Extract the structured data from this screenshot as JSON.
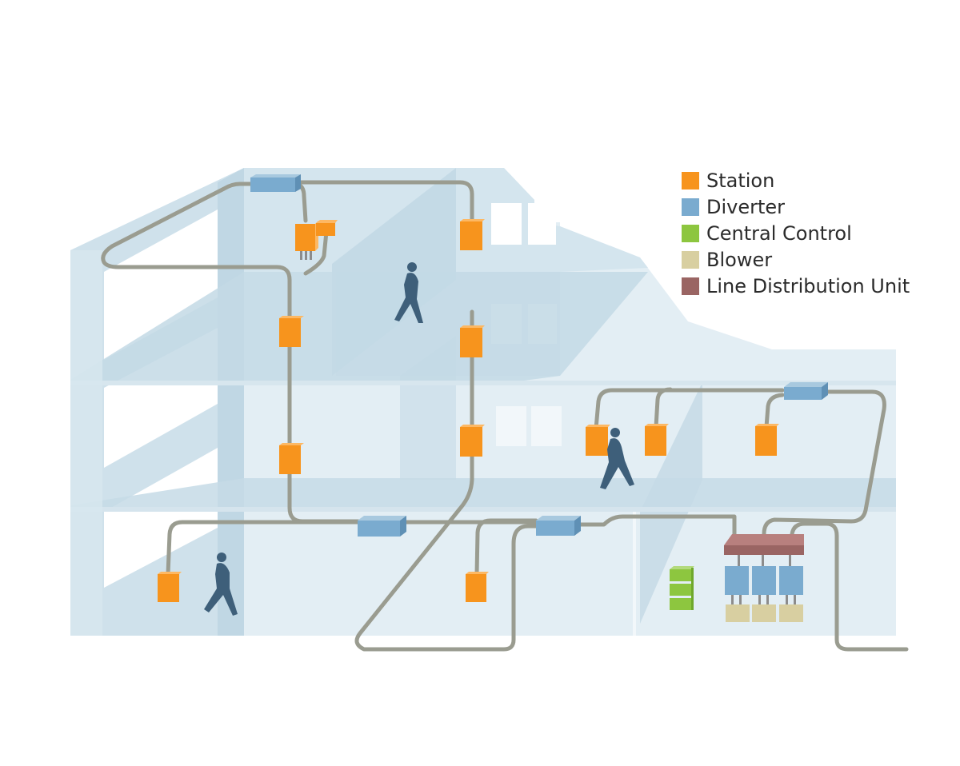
{
  "legend": [
    {
      "label": "Station",
      "color": "#F7941D"
    },
    {
      "label": "Diverter",
      "color": "#7AABCF"
    },
    {
      "label": "Central Control",
      "color": "#8DC63F"
    },
    {
      "label": "Blower",
      "color": "#D8CFA1"
    },
    {
      "label": "Line Distribution Unit",
      "color": "#9A6563"
    }
  ],
  "colors": {
    "tube": "#9A9C90",
    "building_light": "#E3EEF4",
    "building_mid": "#CCDFE9",
    "person": "#3E5F7A"
  }
}
